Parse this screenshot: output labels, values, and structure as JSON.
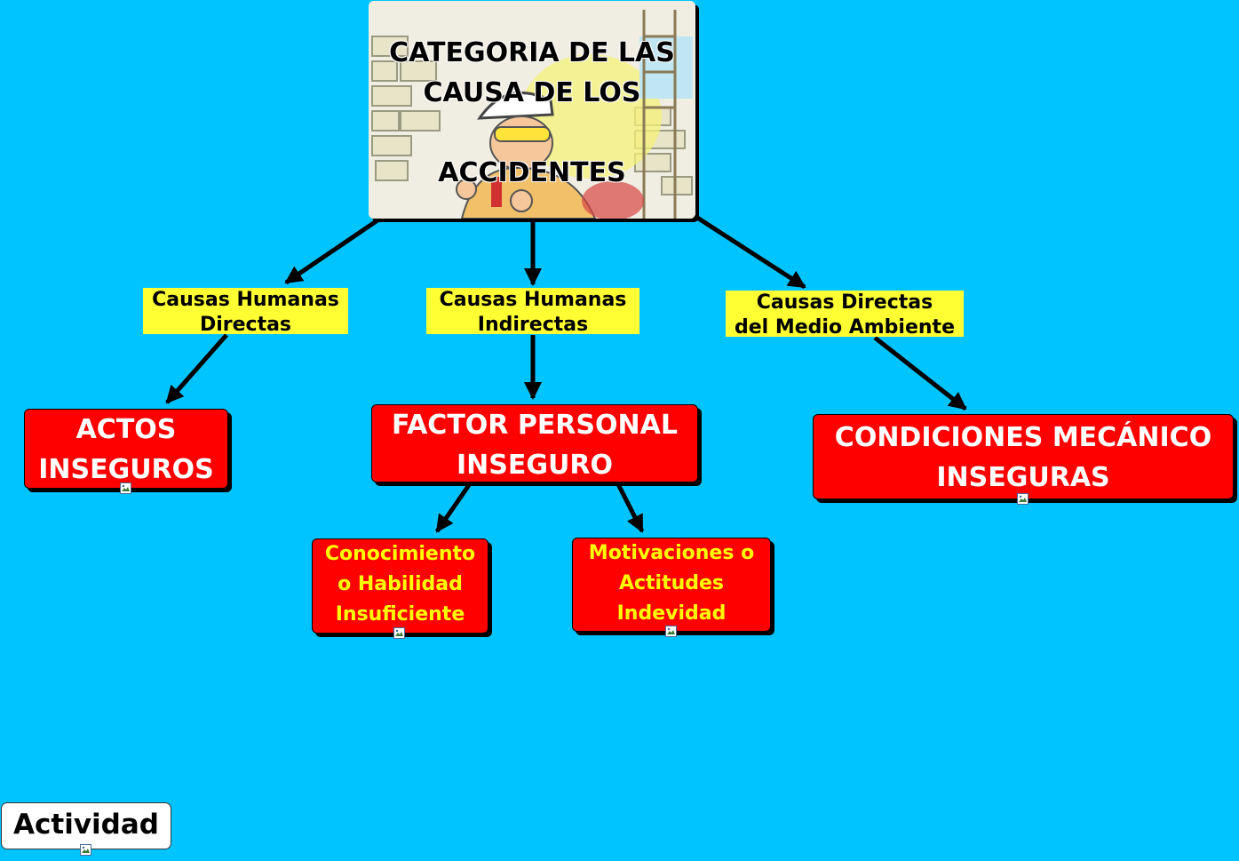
{
  "title": {
    "lines": [
      "CATEGORIA DE LAS",
      "CAUSA DE LOS",
      "ACCIDENTES"
    ]
  },
  "links": {
    "humanas_directas": [
      "Causas Humanas",
      "Directas"
    ],
    "humanas_indirectas": [
      "Causas Humanas",
      "Indirectas"
    ],
    "medio_ambiente": [
      "Causas Directas",
      "del Medio Ambiente"
    ]
  },
  "concepts": {
    "actos": [
      "ACTOS",
      "INSEGUROS"
    ],
    "factor": [
      "FACTOR PERSONAL",
      "INSEGURO"
    ],
    "condiciones": [
      "CONDICIONES MECÁNICO",
      "INSEGURAS"
    ],
    "conocimiento": [
      "Conocimiento",
      "o Habilidad",
      "Insuficiente"
    ],
    "motivaciones": [
      "Motivaciones o",
      "Actitudes",
      "Indevidad"
    ]
  },
  "activity_label": "Actividad",
  "icons": {
    "resource": "image-resource-icon"
  },
  "colors": {
    "background": "#00c4ff",
    "concept_fill": "#ff0000",
    "label_fill": "#ffff33",
    "small_text": "#ffff00"
  }
}
